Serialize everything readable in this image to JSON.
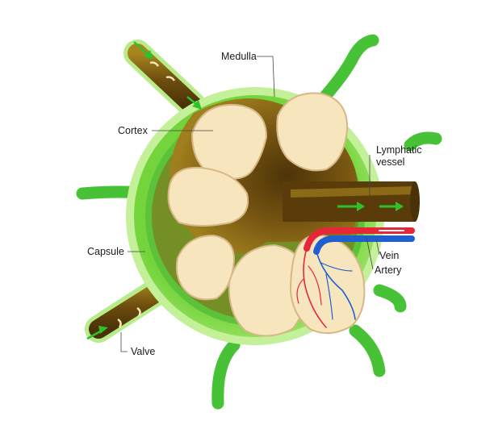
{
  "labels": {
    "medulla": "Medulla",
    "cortex": "Cortex",
    "lymphatic_line1": "Lymphatic",
    "lymphatic_line2": "vessel",
    "capsule": "Capsule",
    "vein": "Vein",
    "artery": "Artery",
    "valve": "Valve"
  },
  "colors": {
    "capsule_light": "#b8ec8a",
    "capsule_bright": "#6fd13a",
    "capsule_rim": "#3fa82a",
    "cortex_green": "#5cc23a",
    "nodule": "#f7e6bd",
    "nodule_edge": "#c9a875",
    "medulla_dark": "#6a4a10",
    "vessel_brown": "#8a6618",
    "vessel_dark": "#4d3408",
    "artery_red": "#e8263a",
    "vein_blue": "#1f5fd0",
    "arrow_green": "#2fc02a",
    "outer_vessel": "#4cc238"
  }
}
